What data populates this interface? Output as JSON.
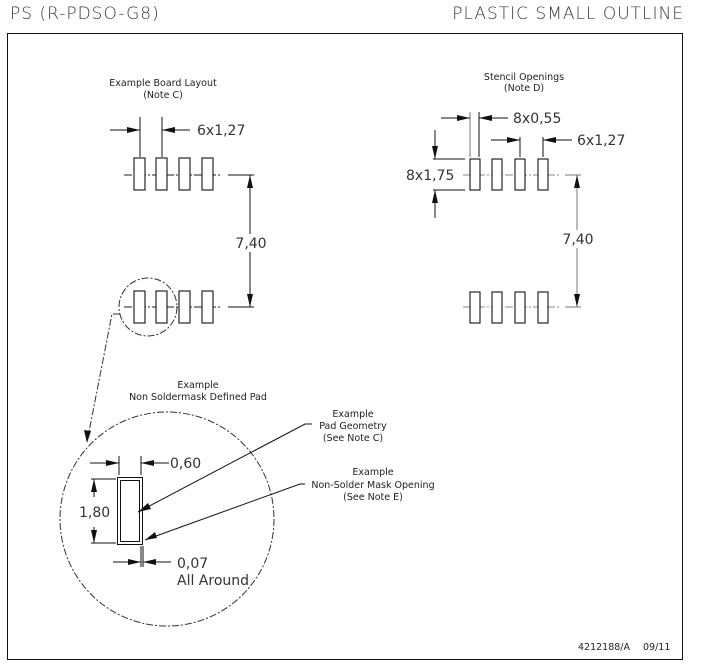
{
  "header": {
    "package_code": "PS (R-PDSO-G8)",
    "package_name": "PLASTIC SMALL OUTLINE"
  },
  "board_layout": {
    "title": "Example Board Layout",
    "note": "(Note C)",
    "pitch_label": "6x1,27",
    "row_spacing_label": "7,40"
  },
  "stencil": {
    "title": "Stencil Openings",
    "note": "(Note D)",
    "width_label": "8x0,55",
    "pitch_label": "6x1,27",
    "length_label": "8x1,75",
    "row_spacing_label": "7,40"
  },
  "detail": {
    "title": "Example",
    "subtitle": "Non Soldermask Defined Pad",
    "pad_width_label": "0,60",
    "pad_length_label": "1,80",
    "clearance_label": "0,07",
    "clearance_note": "All Around",
    "callout_pad": {
      "line1": "Example",
      "line2": "Pad Geometry",
      "line3": "(See Note C)"
    },
    "callout_mask": {
      "line1": "Example",
      "line2": "Non-Solder Mask Opening",
      "line3": "(See Note E)"
    }
  },
  "footer": {
    "drawing_number": "4212188/A",
    "date": "09/11"
  }
}
